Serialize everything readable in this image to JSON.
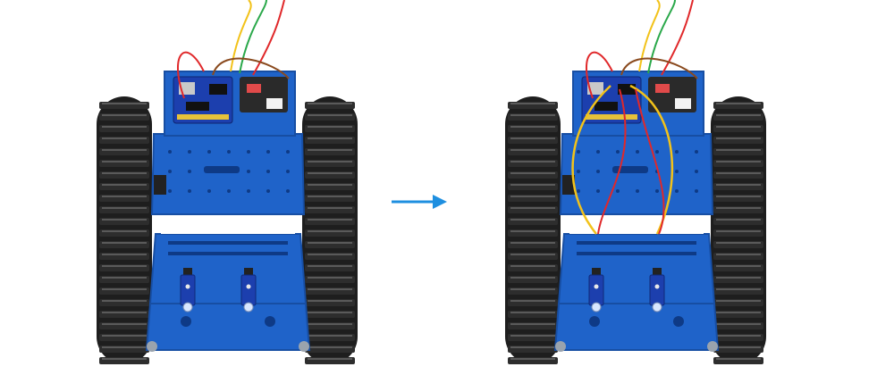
{
  "scene": {
    "background": "#ffffff",
    "arrow_color": "#1e8fe0",
    "chassis_color": "#1f63c9",
    "chassis_dark": "#174ea3",
    "track_color": "#1e1e1e",
    "board_color": "#1c3fae",
    "wire_colors": [
      "#e0282a",
      "#f2c21a",
      "#2aa84a",
      "#ffffff",
      "#8a4a1e"
    ],
    "items": [
      {
        "name": "robot-before",
        "sensor_wiring": "none"
      },
      {
        "name": "robot-after",
        "sensor_wiring": "connected"
      }
    ],
    "arrow": {
      "direction": "right"
    }
  }
}
